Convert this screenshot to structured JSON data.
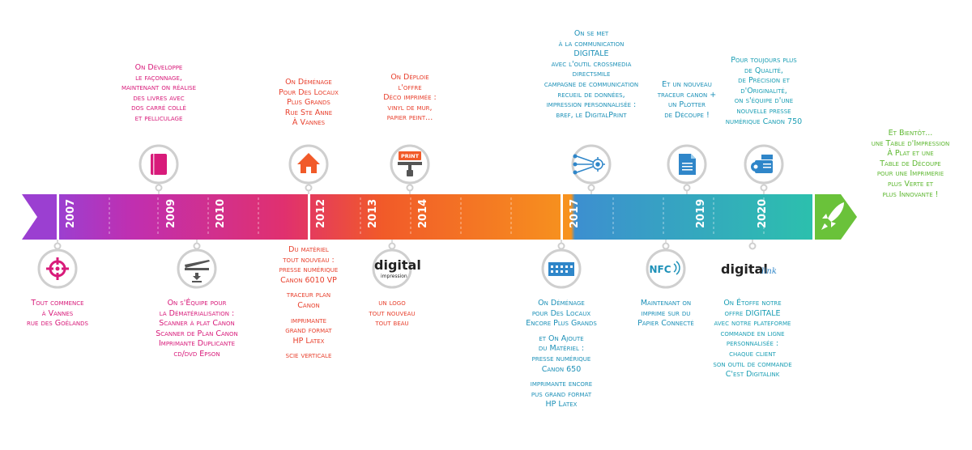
{
  "years": [
    "2007",
    "2009",
    "2010",
    "2012",
    "2013",
    "2014",
    "2017",
    "2019",
    "2020"
  ],
  "colors": {
    "magenta": "#d81b7a",
    "purple": "#9b3fd1",
    "orange": "#f7931e",
    "red_orange": "#f15a29",
    "blue": "#2f86c9",
    "teal": "#2bbfb0",
    "green": "#6ac23a",
    "node_gray": "#cfcfcf",
    "icon_gray": "#555555"
  },
  "events": {
    "e2007": {
      "icon": "crosshair-target-icon",
      "lines": [
        "Tout commence",
        "à Vannes",
        "rue des Goëlands"
      ]
    },
    "e2009": {
      "icon": "book-icon",
      "lines": [
        "On Développe",
        "le façonnage,",
        "maintenant on réalise",
        "des livres avec",
        "dos carré collé",
        "et pelliculage"
      ]
    },
    "e2010": {
      "icon": "scanner-icon",
      "lines": [
        "On s'Équipe pour",
        "la Dématérialisation :",
        "Scanner à plat Canon",
        "Scanner de Plan Canon",
        "Imprimante Duplicante",
        "cd/dvd Epson"
      ]
    },
    "e2012a": {
      "icon": "house-icon",
      "lines": [
        "On Déménage",
        "Pour Des Locaux",
        "Plus Grands",
        "Rue Ste Anne",
        "À Vannes"
      ]
    },
    "e2012b": {
      "lines": [
        "Du matériel",
        "tout nouveau :",
        "presse numérique",
        "Canon 6010 VP",
        "traceur plan",
        "Canon",
        "imprimante",
        "grand format",
        "HP Latex",
        "scie verticale"
      ]
    },
    "e2013": {
      "logo_text": "digital",
      "logo_sub": "impression",
      "lines": [
        "un logo",
        "tout nouveau",
        "tout beau"
      ]
    },
    "e2014": {
      "icon": "paint-roller-icon",
      "icon_label": "PRINT",
      "lines": [
        "On Déploie",
        "l'offre",
        "Déco imprimée :",
        "vinyl de mur,",
        "papier peint..."
      ]
    },
    "e2017a": {
      "icon": "digital-network-icon",
      "lines": [
        "On se met",
        "à la communication",
        "DIGITALE",
        "avec l'outil crossmedia",
        "directsmile",
        "campagne de communication",
        "recueil de données,",
        "impression personnalisée :",
        "bref, le DigitalPrint"
      ]
    },
    "e2017b": {
      "icon": "building-icon",
      "lines": [
        "On Déménage",
        "pour Des Locaux",
        "Encore Plus Grands",
        "et On Ajoute",
        "du Matériel :",
        "presse numérique",
        "Canon 650",
        "imprimante encore",
        "pus grand format",
        "HP Latex"
      ]
    },
    "e2019a": {
      "icon": "nfc-icon",
      "icon_label": "NFC",
      "lines": [
        "Maintenant on",
        "imprime sur du",
        "Papier Connecté"
      ]
    },
    "e2019b": {
      "icon": "document-icon",
      "lines": [
        "Et un nouveau",
        "traceur canon +",
        "un Plotter",
        "de Découpe !"
      ]
    },
    "e2020a": {
      "icon": "printing-press-icon",
      "lines": [
        "Pour toujours plus",
        "de Qualité,",
        "de Précision et",
        "d'Originalité,",
        "on s'équipe d'une",
        "nouvelle presse",
        "numérique Canon 750"
      ]
    },
    "e2020b": {
      "logo_text": "digital",
      "logo_sub": "link",
      "lines": [
        "On Étoffe notre",
        "offre DIGITALE",
        "avec notre plateforme",
        "commande en ligne",
        "personnalisée :",
        "chaque client",
        "son outil de commande",
        "C'est Digitalink"
      ]
    },
    "future": {
      "icon": "rocket-icon",
      "lines": [
        "Et Bientôt...",
        "une Table d'Impression",
        "À Plat et une",
        "Table de Découpe",
        "pour une Imprimerie",
        "plus Verte et",
        "plus Innovante !"
      ]
    }
  }
}
